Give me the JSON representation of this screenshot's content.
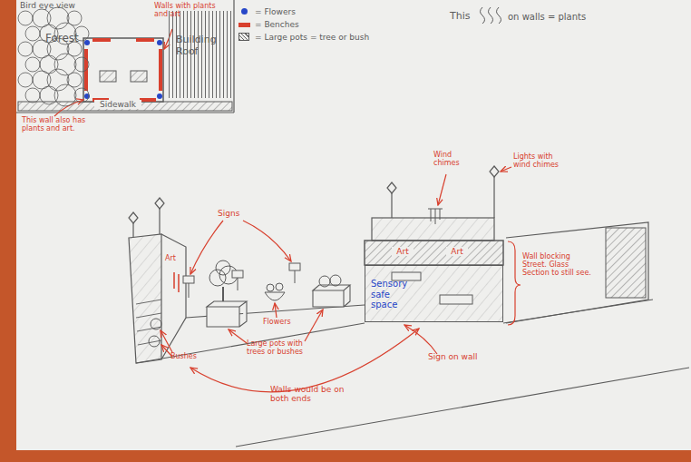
{
  "diagram": {
    "nodes": [
      {
        "text": [
          "Forest"
        ]
      },
      {
        "text": [
          "Building Roof"
        ]
      },
      {
        "text": [
          "Sensory safe space"
        ]
      }
    ],
    "labels": [
      "Bird eye view",
      "Walls with plants and art",
      "Sidewalk",
      "This wall also has plants and art.",
      "This",
      "on walls = plants",
      "Wind chimes",
      "Lights with wind chimes",
      "Signs",
      "Art",
      "Art",
      "Art",
      "Wall blocking Street. Glass Section to still see.",
      "Bushes",
      "Flowers",
      "Large pots with trees or bushes",
      "Sign on wall",
      "Walls would be on both ends"
    ],
    "legend": [
      {
        "text": "= Flowers",
        "color": "#2747c8"
      },
      {
        "text": "= Benches",
        "color": "#d8402e"
      },
      {
        "text": "= Large pots = tree or bush"
      }
    ]
  }
}
